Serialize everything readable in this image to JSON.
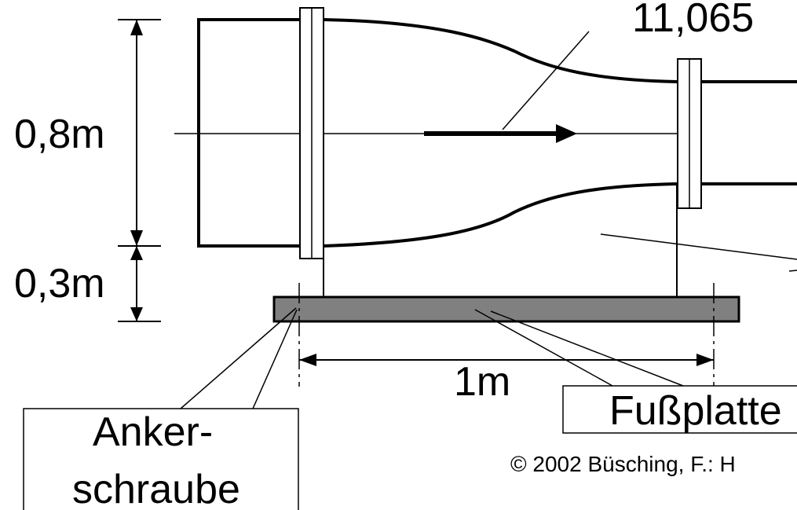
{
  "labels": {
    "force": "11,065",
    "height_upper": "0,8m",
    "height_lower": "0,3m",
    "width": "1m",
    "baseplate": "Fußplatte",
    "anchor_line1": "Anker-",
    "anchor_line2": "schraube",
    "copyright": "© 2002 Büsching, F.: H"
  },
  "colors": {
    "baseplate_fill": "#808080",
    "line": "#000000",
    "background": "#ffffff"
  }
}
